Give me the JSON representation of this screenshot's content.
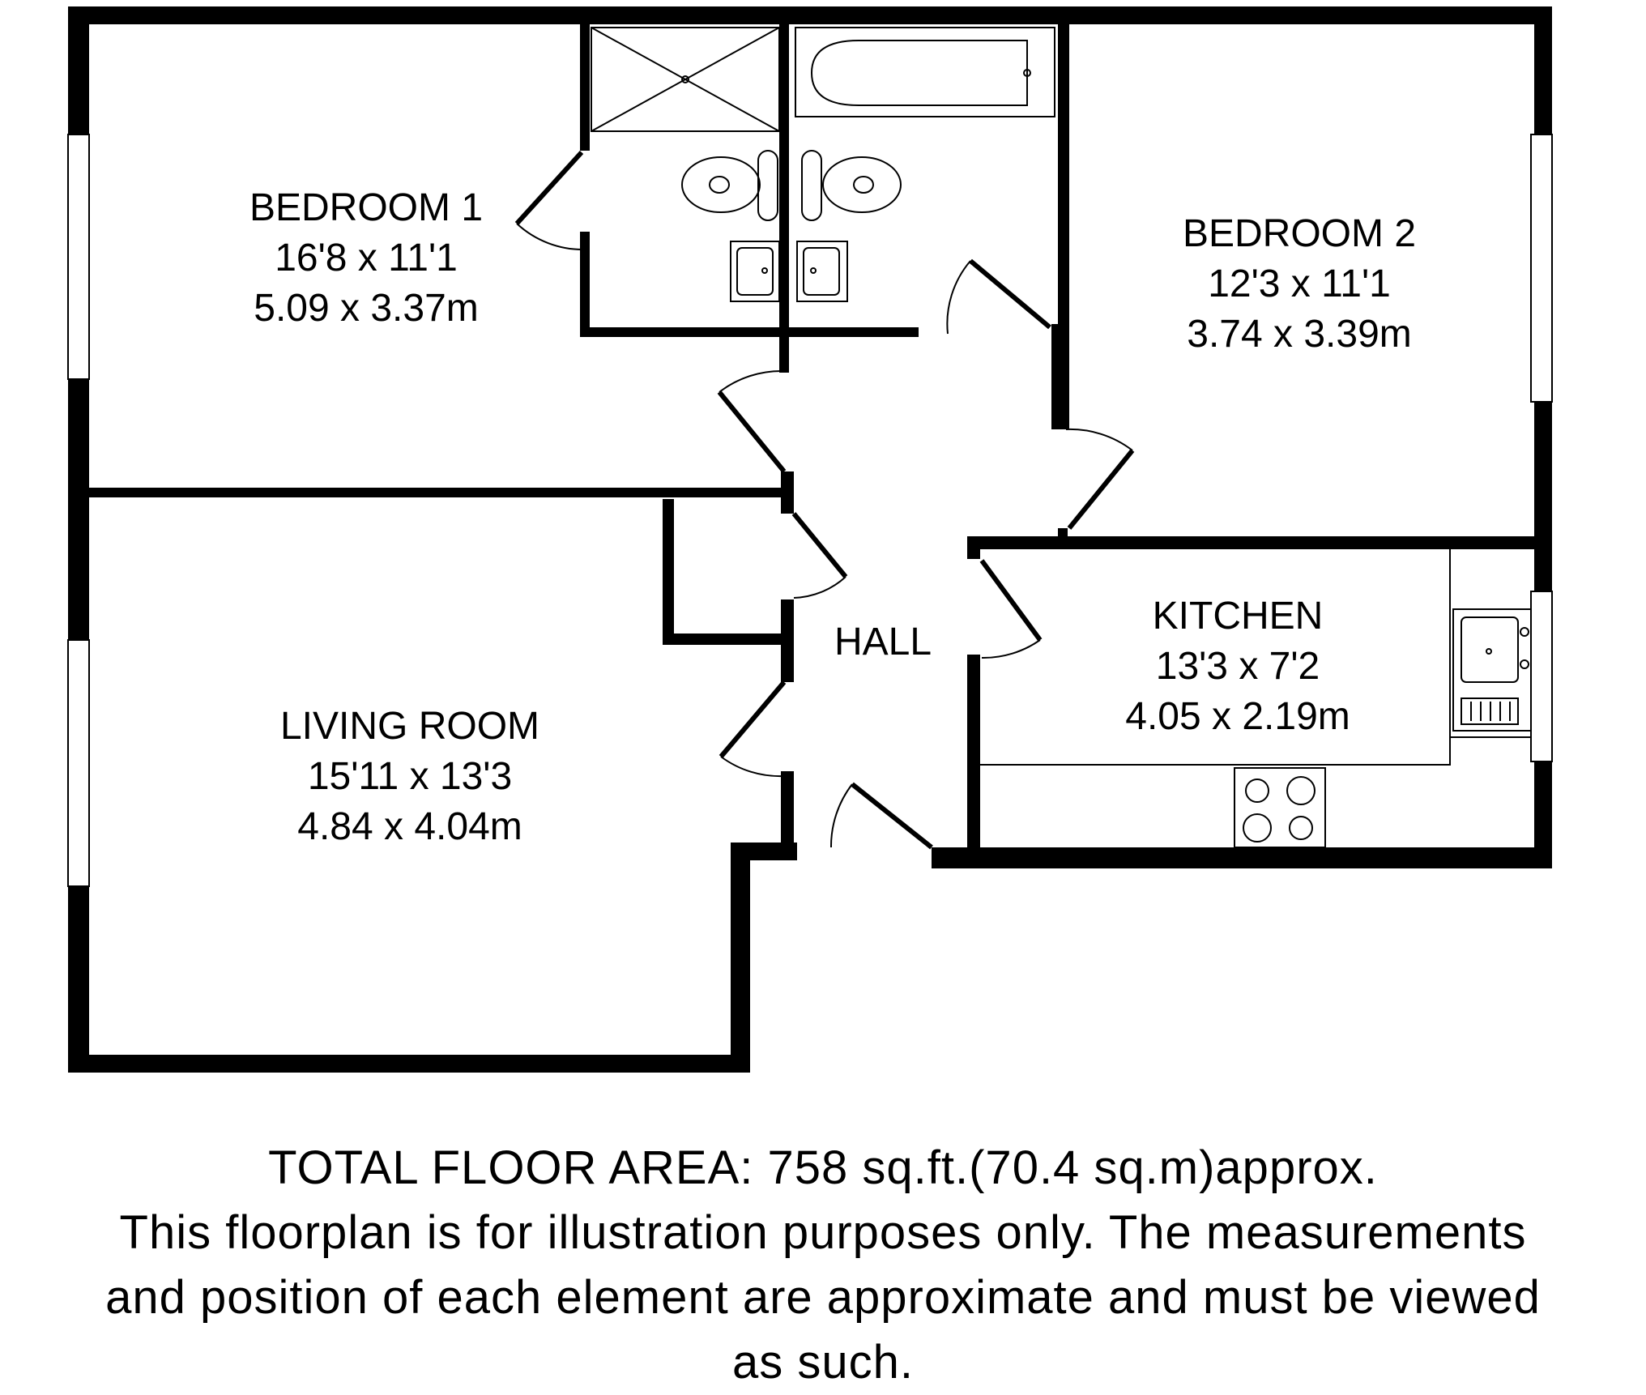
{
  "rooms": {
    "bedroom1": {
      "name": "BEDROOM 1",
      "imperial": "16'8 x 11'1",
      "metric": "5.09 x 3.37m"
    },
    "bedroom2": {
      "name": "BEDROOM 2",
      "imperial": "12'3 x 11'1",
      "metric": "3.74 x 3.39m"
    },
    "living": {
      "name": "LIVING ROOM",
      "imperial": "15'11 x 13'3",
      "metric": "4.84 x 4.04m"
    },
    "kitchen": {
      "name": "KITCHEN",
      "imperial": "13'3 x 7'2",
      "metric": "4.05 x 2.19m"
    },
    "hall": {
      "name": "HALL"
    }
  },
  "footer": {
    "line1": "TOTAL FLOOR AREA: 758 sq.ft.(70.4 sq.m)approx.",
    "line2": "This floorplan is for illustration purposes only. The measurements",
    "line3": "and position of each element are approximate and must be viewed",
    "line4": "as such."
  }
}
